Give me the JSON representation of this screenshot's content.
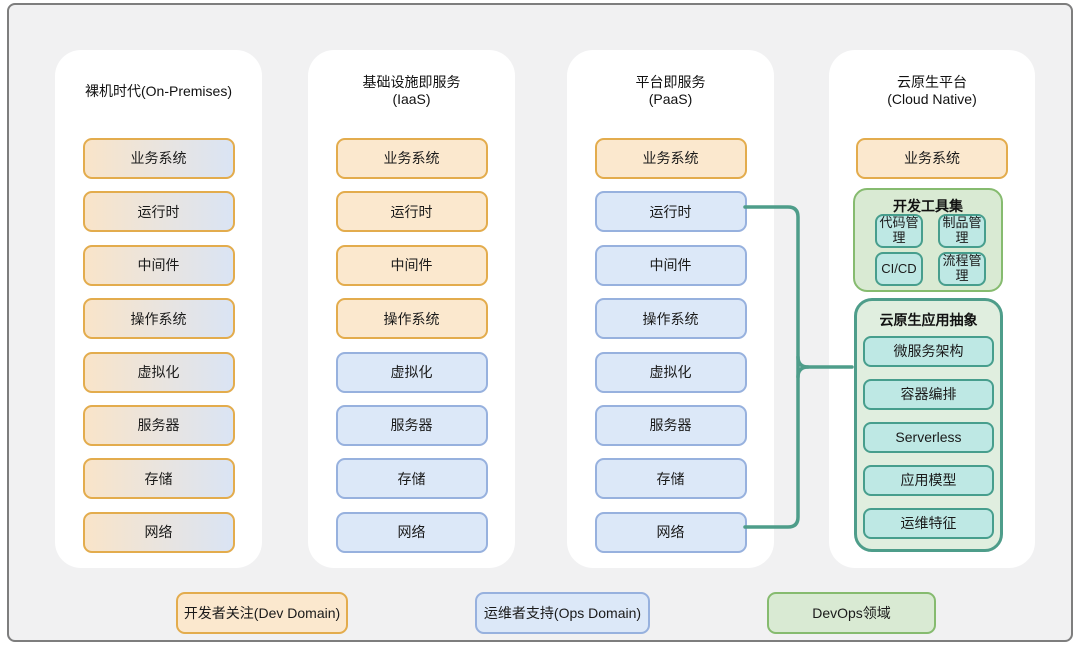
{
  "columns": [
    {
      "title": "裸机时代(On-Premises)",
      "subtitle": "",
      "boxes": [
        "业务系统",
        "运行时",
        "中间件",
        "操作系统",
        "虚拟化",
        "服务器",
        "存储",
        "网络"
      ]
    },
    {
      "title": "基础设施即服务",
      "subtitle": "(IaaS)",
      "boxes": [
        "业务系统",
        "运行时",
        "中间件",
        "操作系统",
        "虚拟化",
        "服务器",
        "存储",
        "网络"
      ]
    },
    {
      "title": "平台即服务",
      "subtitle": "(PaaS)",
      "boxes": [
        "业务系统",
        "运行时",
        "中间件",
        "操作系统",
        "虚拟化",
        "服务器",
        "存储",
        "网络"
      ]
    }
  ],
  "cloud_native": {
    "title": "云原生平台",
    "subtitle": "(Cloud Native)",
    "business_box": "业务系统",
    "dev_toolkit": {
      "title": "开发工具集",
      "items": [
        "代码管理",
        "制品管理",
        "CI/CD",
        "流程管理"
      ]
    },
    "abstraction": {
      "title": "云原生应用抽象",
      "items": [
        "微服务架构",
        "容器编排",
        "Serverless",
        "应用模型",
        "运维特征"
      ]
    }
  },
  "connections": [
    {
      "from": "PaaS 运行时",
      "to": "云原生应用抽象"
    },
    {
      "from": "PaaS 网络",
      "to": "云原生应用抽象"
    }
  ],
  "legend": [
    {
      "label": "开发者关注(Dev Domain)",
      "style": "orange"
    },
    {
      "label": "运维者支持(Ops Domain)",
      "style": "blue"
    },
    {
      "label": "DevOps领域",
      "style": "green"
    }
  ],
  "colors": {
    "canvas_bg": "#F1F1F2",
    "frame_border": "#7E7E7E",
    "card_bg": "#FFFFFF",
    "dev_fill": "#FBE8CE",
    "dev_border": "#E3AC4D",
    "ops_fill": "#DCE8F8",
    "ops_border": "#97B1DE",
    "devops_fill": "#D9EAD3",
    "devops_border": "#86BB6F",
    "teal_fill": "#BEE8E4",
    "teal_border": "#479E8D",
    "abstraction_fill": "#E0EEDF",
    "connector": "#4E9D8A"
  }
}
